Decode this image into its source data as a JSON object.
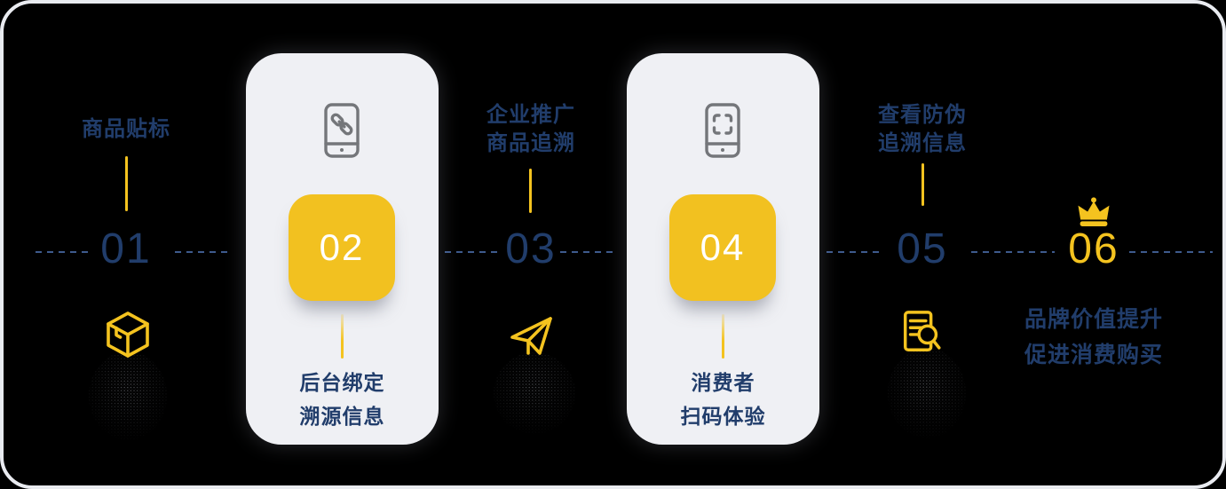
{
  "meta": {
    "background": "#000000",
    "frame_border": "#E9EBF0"
  },
  "palette": {
    "navy_text": "#213D6B",
    "dash_blue": "#3E5A8C",
    "accent_yellow": "#F4C31F",
    "square_yellow": "#F2C120",
    "card_background": "#EFF0F4",
    "icon_gray": "#74767A",
    "card_number_color": "#FFFFFF"
  },
  "steps": [
    {
      "number": "01",
      "label_lines": [
        "商品贴标"
      ],
      "icon": "box-icon",
      "layout": "label-top"
    },
    {
      "number": "02",
      "label_lines": [
        "后台绑定",
        "溯源信息"
      ],
      "icon": "phone-link-icon",
      "layout": "card"
    },
    {
      "number": "03",
      "label_lines": [
        "企业推广",
        "商品追溯"
      ],
      "icon": "paper-plane-icon",
      "layout": "label-top"
    },
    {
      "number": "04",
      "label_lines": [
        "消费者",
        "扫码体验"
      ],
      "icon": "phone-scan-icon",
      "layout": "card"
    },
    {
      "number": "05",
      "label_lines": [
        "查看防伪",
        "追溯信息"
      ],
      "icon": "document-search-icon",
      "layout": "label-top"
    },
    {
      "number": "06",
      "label_lines": [
        "品牌价值提升",
        "促进消费购买"
      ],
      "icon": "crown-icon",
      "layout": "label-bottom"
    }
  ]
}
